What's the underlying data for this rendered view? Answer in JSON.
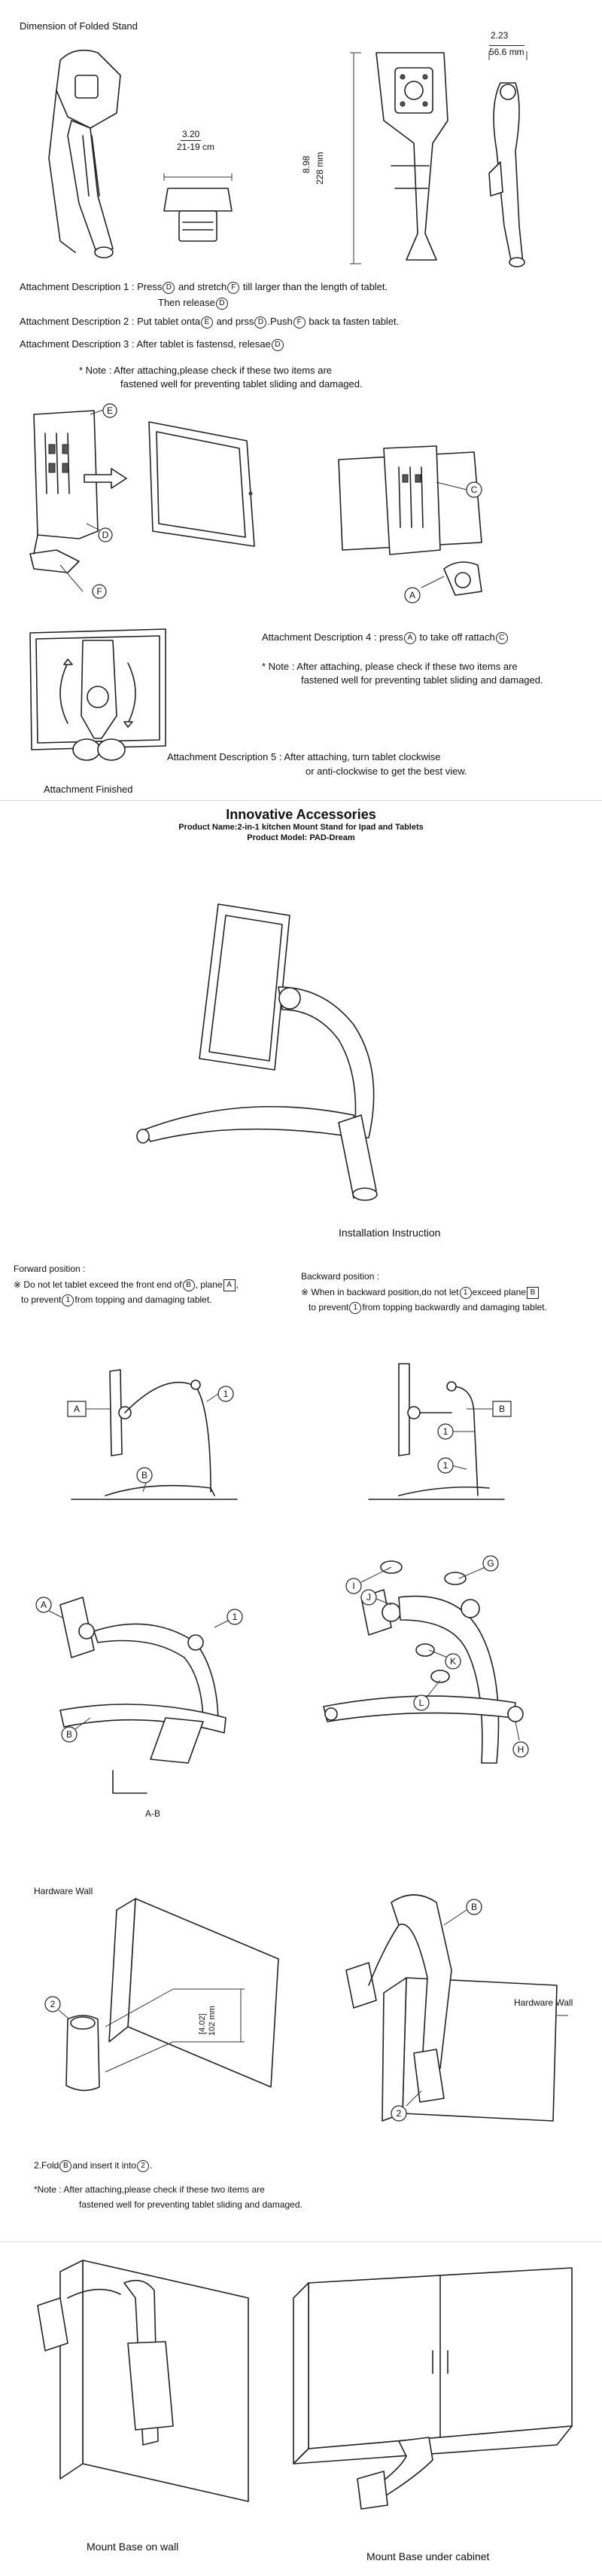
{
  "section1": {
    "title": "Dimension of Folded Stand",
    "dim_width_in": "3.20",
    "dim_width_cm": "21-19 cm",
    "dim_height_in": "8.98",
    "dim_height_mm": "228 mm",
    "dim_depth_in": "2.23",
    "dim_depth_mm": "56.6 mm"
  },
  "attach": {
    "d1_label": "Attachment Description 1 :",
    "d1_a": "Press",
    "d1_b": "and stretch",
    "d1_c": "till larger than the length of tablet.",
    "d1_line2": "Then release",
    "d2_label": "Attachment Description 2 :",
    "d2_a": "Put tablet onta",
    "d2_b": "and prss",
    "d2_c": ".Push",
    "d2_d": "back ta fasten tablet.",
    "d3_label": "Attachment Description 3 :",
    "d3_a": "After tablet is fastensd, relesae",
    "note1_a": "* Note : After attaching,please check if these two items are",
    "note1_b": "fastened well for preventing tablet sliding and damaged.",
    "d4_a": "Attachment Description 4 : press",
    "d4_b": "to take off rattach",
    "note2_a": "* Note : After attaching, please check if these two items are",
    "note2_b": "fastened well for preventing tablet sliding and damaged.",
    "d5_a": "Attachment Description 5 : After attaching, turn tablet clockwise",
    "d5_b": "or anti-clockwise to get the best view.",
    "finished": "Attachment Finished"
  },
  "letters": {
    "C": "C",
    "D": "D",
    "E": "E",
    "F": "F",
    "A": "A",
    "B": "B",
    "G": "G",
    "H": "H",
    "I": "I",
    "J": "J",
    "K": "K",
    "L": "L",
    "one": "1",
    "two": "2"
  },
  "brand": {
    "title": "Innovative Accessories",
    "product_name": "Product Name:2-in-1 kitchen Mount Stand for Ipad and Tablets",
    "product_model": "Product Model: PAD-Dream",
    "install": "Installation Instruction"
  },
  "positions": {
    "forward_title": "Forward position :",
    "forward_a": "Do not let tablet exceed the front end of",
    "forward_b": ", plane",
    "forward_c": "to prevent",
    "forward_d": "from topping and damaging tablet.",
    "backward_title": "Backward position :",
    "backward_a": "When in backward position,do not let",
    "backward_b": "exceed plane",
    "backward_c": "to prevent",
    "backward_d": "from topping backwardly and damaging tablet."
  },
  "parts": {
    "ab_label": "A-B"
  },
  "wall": {
    "hardware_wall_1": "Hardware Wall",
    "hardware_wall_2": "Hardware Wall",
    "dim_in": "[4.02]",
    "dim_mm": "102 mm",
    "fold_a": "2.Fold",
    "fold_b": "and insert it into",
    "note_a": "*Note :  After attaching,please check if these two items are",
    "note_b": "fastened well for preventing tablet sliding and damaged."
  },
  "mount": {
    "on_wall": "Mount Base on wall",
    "under_cabinet": "Mount Base under cabinet"
  }
}
